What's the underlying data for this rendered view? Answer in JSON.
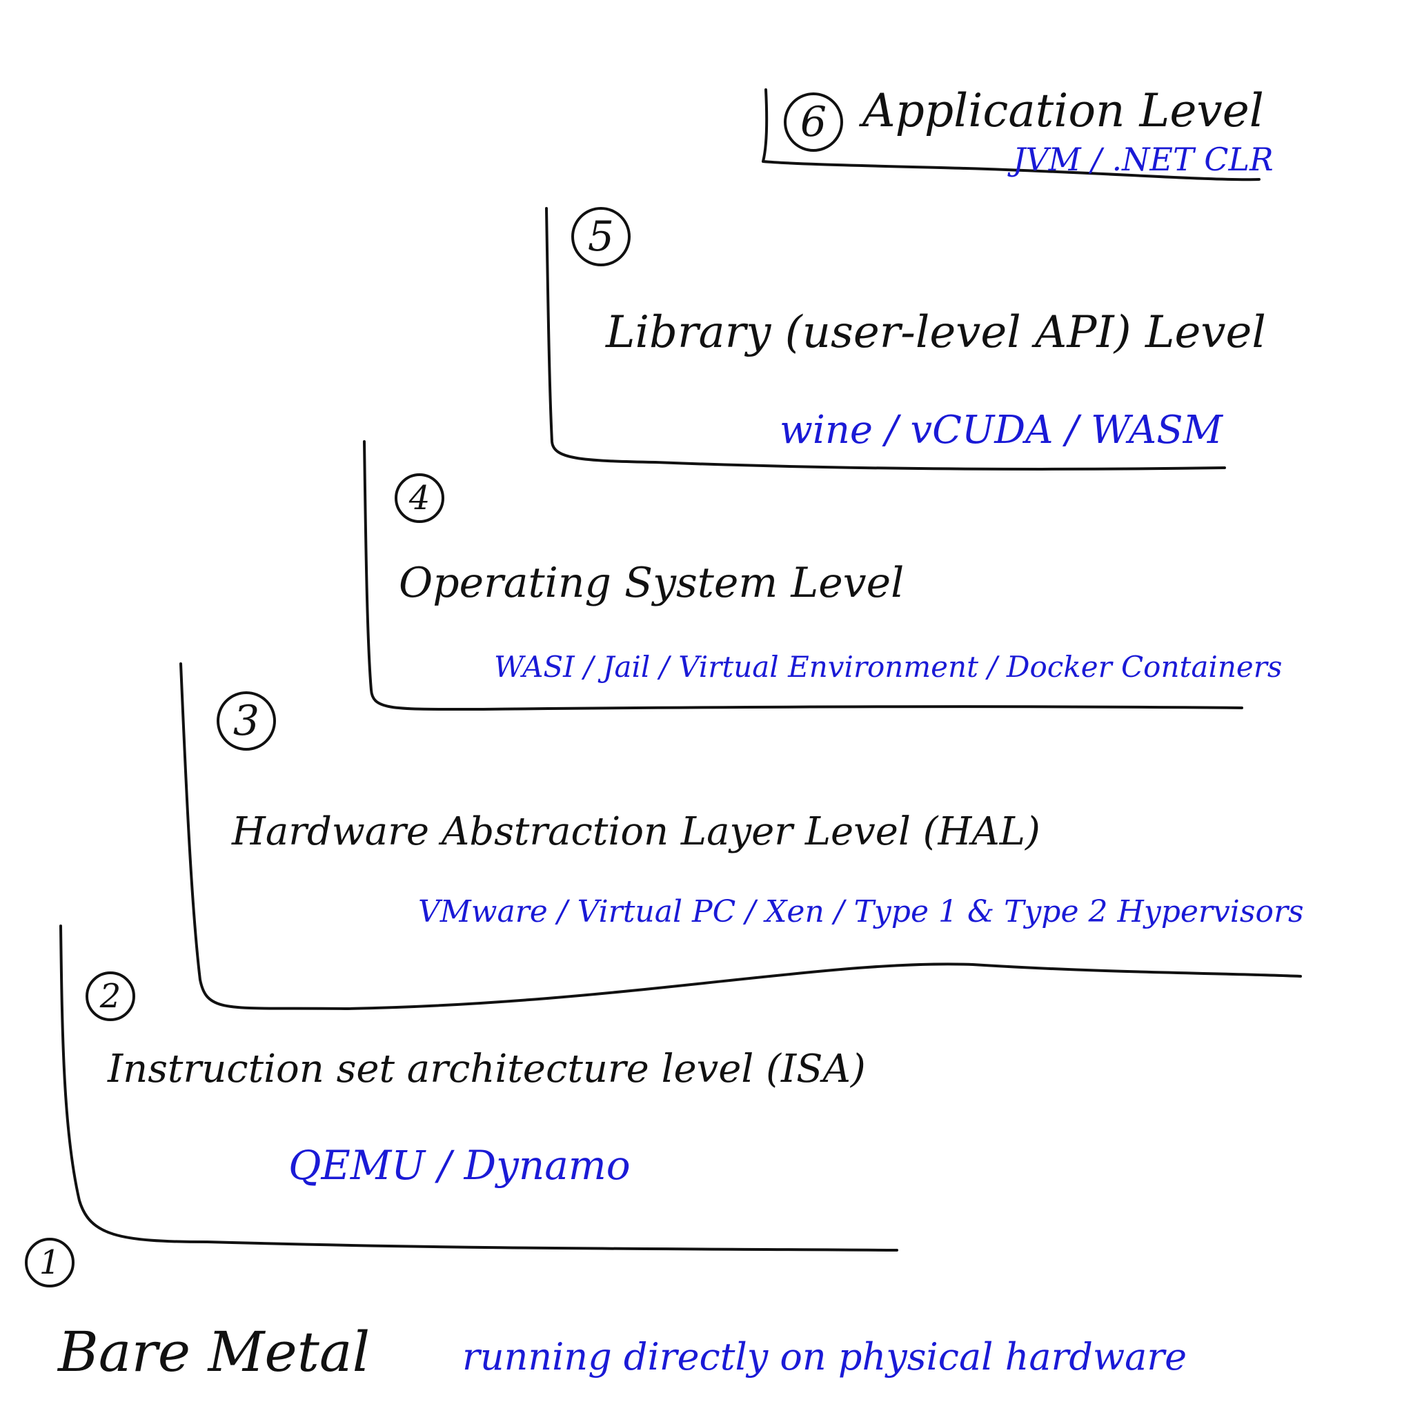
{
  "levels": [
    {
      "number": "1",
      "title": "Bare Metal",
      "examples": "running directly on physical hardware"
    },
    {
      "number": "2",
      "title": "Instruction set architecture level (ISA)",
      "examples": "QEMU / Dynamo"
    },
    {
      "number": "3",
      "title": "Hardware Abstraction Layer Level (HAL)",
      "examples": "VMware / Virtual PC / Xen / Type 1 & Type 2 Hypervisors"
    },
    {
      "number": "4",
      "title": "Operating System Level",
      "examples": "WASI / Jail / Virtual Environment / Docker Containers"
    },
    {
      "number": "5",
      "title": "Library (user-level API) Level",
      "examples": "wine / vCUDA / WASM"
    },
    {
      "number": "6",
      "title": "Application Level",
      "examples": "JVM / .NET CLR"
    }
  ],
  "colors": {
    "ink": "#111111",
    "examples_ink": "#1a1ad6"
  }
}
